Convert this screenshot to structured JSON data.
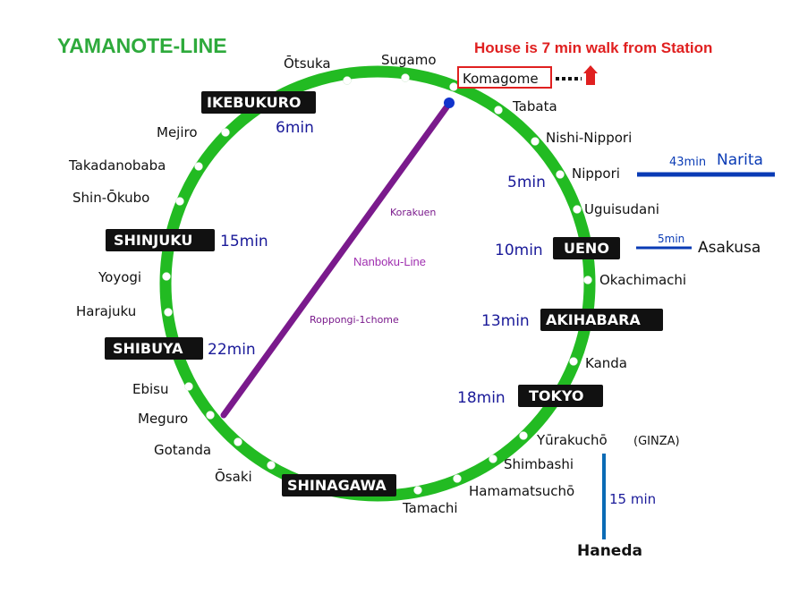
{
  "title": "YAMANOTE-LINE",
  "header": {
    "house_word": "House",
    "walk_text": "is 7 min walk from Station",
    "home_station": "Komagome"
  },
  "stations": {
    "otsuka": "Ōtsuka",
    "sugamo": "Sugamo",
    "tabata": "Tabata",
    "nishi_nippori": "Nishi-Nippori",
    "nippori": "Nippori",
    "uguisudani": "Uguisudani",
    "okachimachi": "Okachimachi",
    "kanda": "Kanda",
    "yurakucho": "Yūrakuchō",
    "ginza": "(GINZA)",
    "shimbashi": "Shimbashi",
    "hamamatsucho": "Hamamatsuchō",
    "tamachi": "Tamachi",
    "osaki": "Ōsaki",
    "gotanda": "Gotanda",
    "meguro": "Meguro",
    "ebisu": "Ebisu",
    "harajuku": "Harajuku",
    "yoyogi": "Yoyogi",
    "shin_okubo": "Shin-Ōkubo",
    "takadanobaba": "Takadanobaba",
    "mejiro": "Mejiro"
  },
  "major_stations": {
    "ikebukuro": "IKEBUKURO",
    "shinjuku": "SHINJUKU",
    "shibuya": "SHIBUYA",
    "shinagawa": "SHINAGAWA",
    "ueno": "UENO",
    "akihabara": "AKIHABARA",
    "tokyo": "TOKYO"
  },
  "travel_times": {
    "ikebukuro": "6min",
    "shinjuku": "15min",
    "shibuya": "22min",
    "nippori": "5min",
    "ueno": "10min",
    "akihabara": "13min",
    "tokyo": "18min"
  },
  "nanboku": {
    "name": "Nanboku-Line",
    "stop_north": "Korakuen",
    "stop_south": "Roppongi-1chome"
  },
  "connections": {
    "narita": {
      "name": "Narita",
      "time": "43min"
    },
    "asakusa": {
      "name": "Asakusa",
      "time": "5min"
    },
    "haneda": {
      "name": "Haneda",
      "time": "15 min"
    }
  },
  "colors": {
    "yamanote_green": "#22bb22",
    "nanboku_purple": "#7a1a8c",
    "connection_blue": "#0a3bb5",
    "title_green": "#2eaa3c",
    "house_red": "#e02020",
    "time_navy": "#1a1a99"
  }
}
